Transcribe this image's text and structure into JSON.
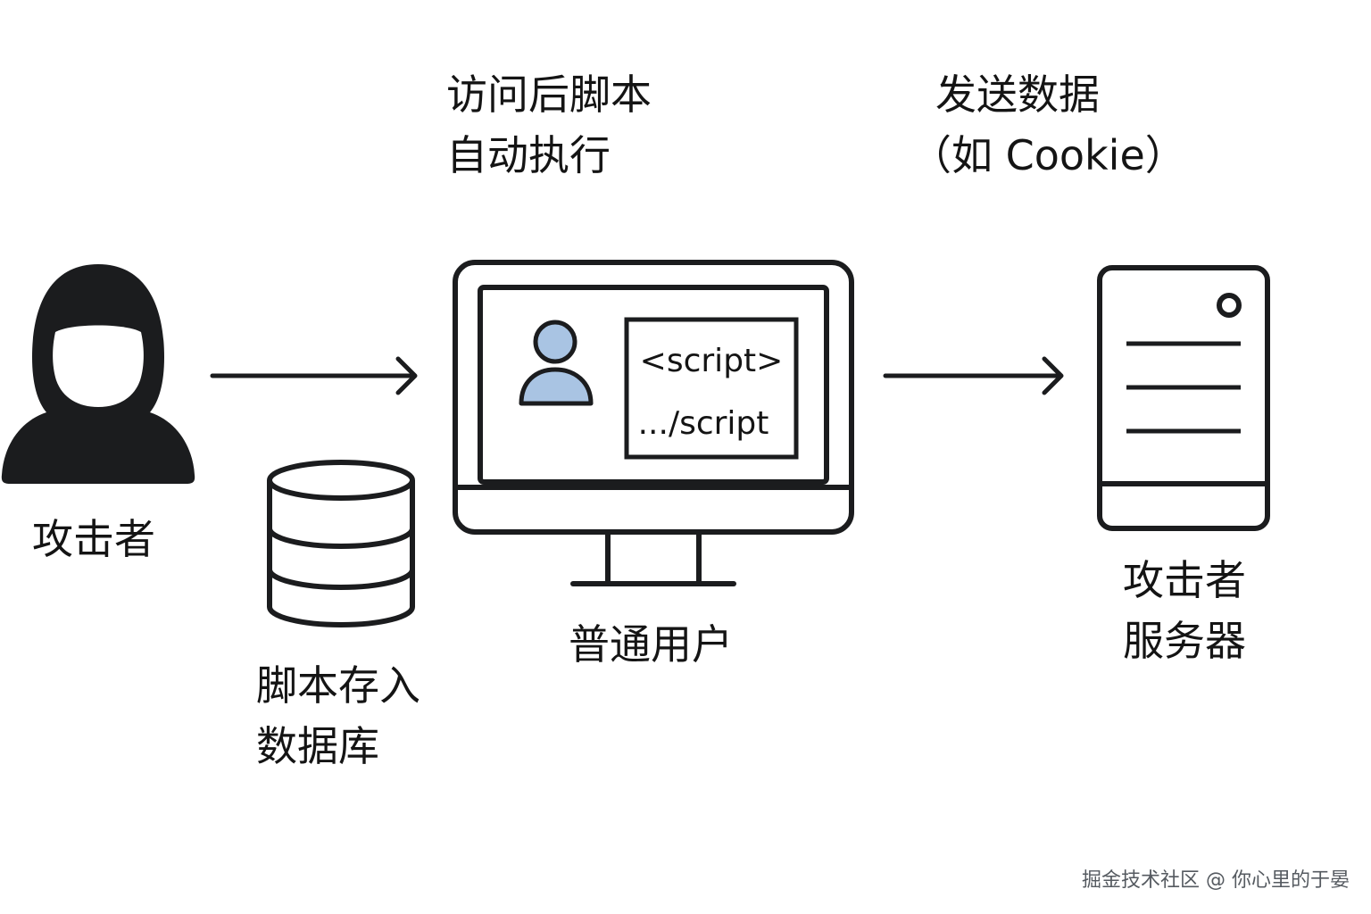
{
  "labels": {
    "attacker": "攻击者",
    "database_line1": "脚本存入",
    "database_line2": "数据库",
    "execute_line1": "访问后脚本",
    "execute_line2": "自动执行",
    "send_line1": "发送数据",
    "send_line2": "（如 Cookie）",
    "user": "普通用户",
    "server_line1": "攻击者",
    "server_line2": "服务器"
  },
  "screen": {
    "code_line1": "<script>",
    "code_line2": ".../script"
  },
  "watermark": "掘金技术社区 @ 你心里的于晏",
  "colors": {
    "ink": "#1b1c1e",
    "user_avatar_fill": "#a9c4e3"
  }
}
